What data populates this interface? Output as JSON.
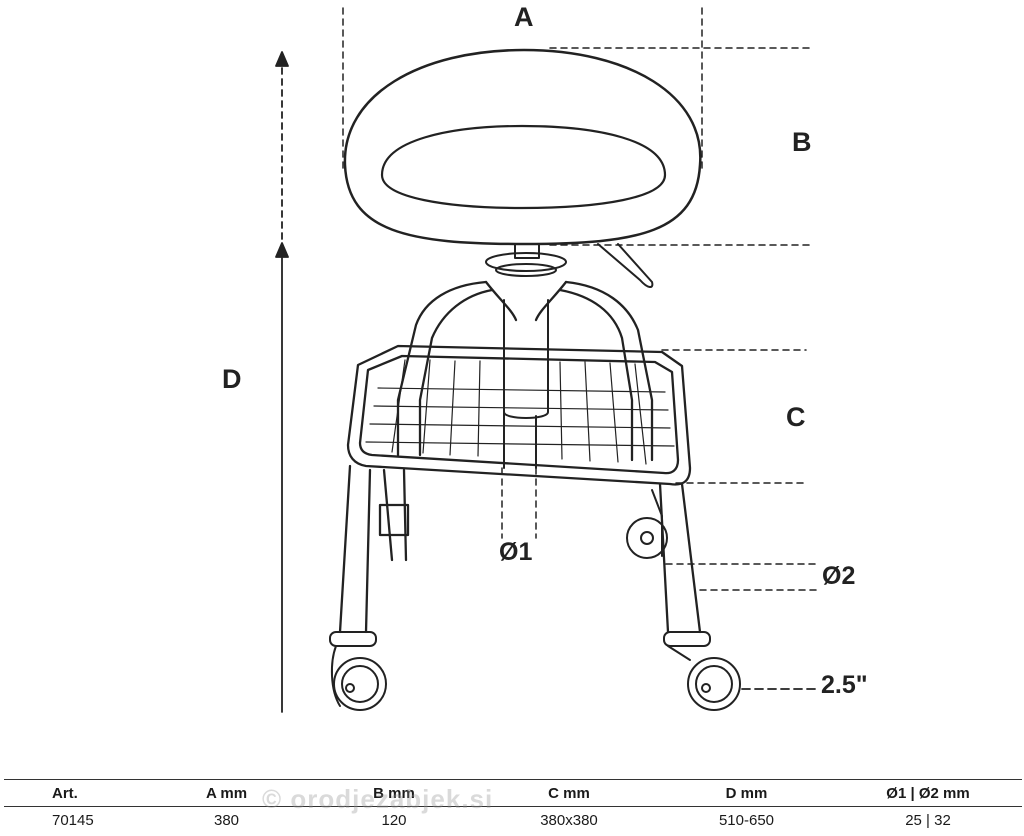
{
  "dimensions": {
    "a": "A",
    "b": "B",
    "c": "C",
    "d": "D",
    "d1": "Ø1",
    "d2": "Ø2",
    "wheel": "2.5\""
  },
  "table": {
    "headers": [
      "Art.",
      "A  mm",
      "B  mm",
      "C  mm",
      "D  mm",
      "Ø1 | Ø2  mm"
    ],
    "rows": [
      [
        "70145",
        "380",
        "120",
        "380x380",
        "510-650",
        "25 | 32"
      ]
    ]
  },
  "watermark": "© orodjezabjek.si",
  "colors": {
    "line": "#222222",
    "background": "#ffffff"
  }
}
